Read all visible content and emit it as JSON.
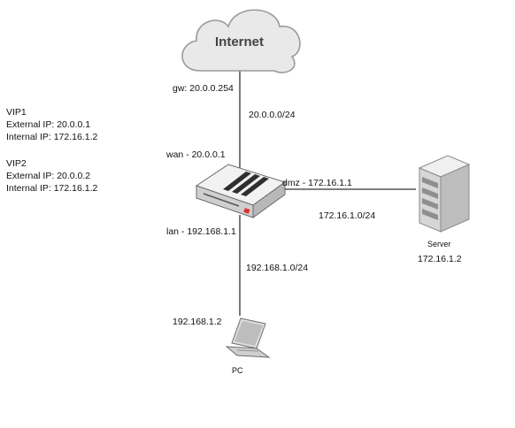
{
  "internet": {
    "label": "Internet"
  },
  "links": {
    "gw": "gw: 20.0.0.254",
    "wan_net": "20.0.0.0/24",
    "wan_if": "wan - 20.0.0.1",
    "dmz_if": "dmz - 172.16.1.1",
    "dmz_net": "172.16.1.0/24",
    "lan_if": "lan - 192.168.1.1",
    "lan_net": "192.168.1.0/24"
  },
  "server": {
    "name": "Server",
    "ip": "172.16.1.2"
  },
  "pc": {
    "name": "PC",
    "ip": "192.168.1.2"
  },
  "vips": [
    {
      "name": "VIP1",
      "external": "External IP: 20.0.0.1",
      "internal": "Internal IP: 172.16.1.2"
    },
    {
      "name": "VIP2",
      "external": "External IP: 20.0.0.2",
      "internal": "Internal IP: 172.16.1.2"
    }
  ],
  "colors": {
    "cloud_fill": "#e9e9e9",
    "cloud_stroke": "#9a9a9a",
    "line": "#333333",
    "device_fill": "#d9d9d9",
    "device_dark": "#3a3a3a",
    "accent_red": "#d33"
  }
}
